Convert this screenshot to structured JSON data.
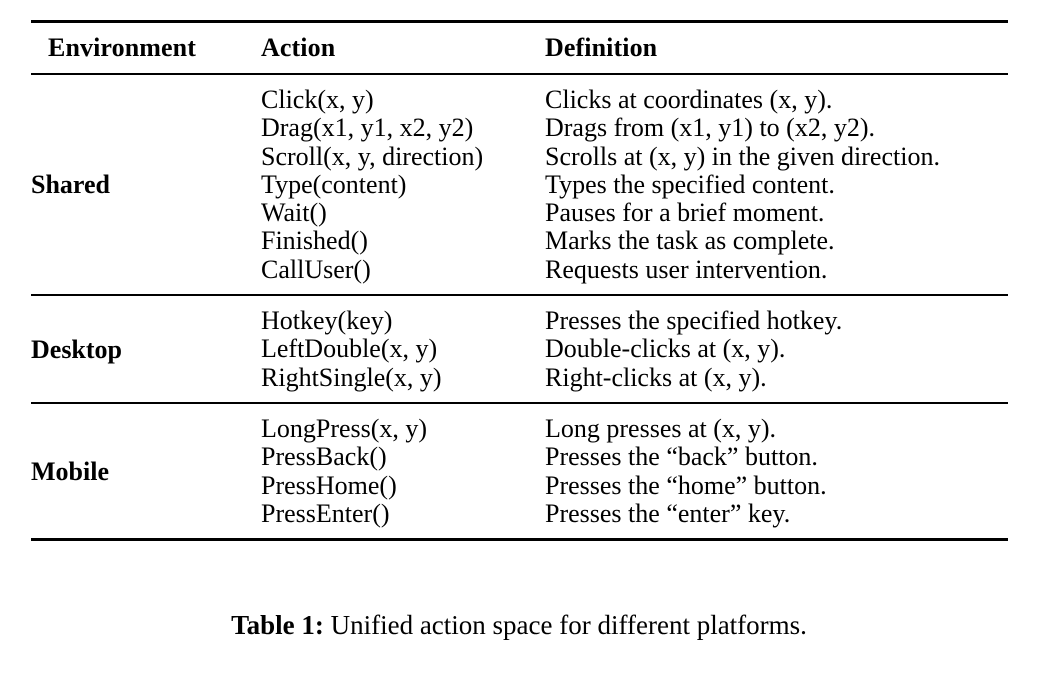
{
  "table": {
    "columns": [
      "Environment",
      "Action",
      "Definition"
    ],
    "groups": [
      {
        "name": "Shared",
        "rows": [
          {
            "action": "Click(x, y)",
            "definition": "Clicks at coordinates (x, y)."
          },
          {
            "action": "Drag(x1, y1, x2, y2)",
            "definition": "Drags from (x1, y1) to (x2, y2)."
          },
          {
            "action": "Scroll(x, y, direction)",
            "definition": "Scrolls at (x, y) in the given direction."
          },
          {
            "action": "Type(content)",
            "definition": "Types the specified content."
          },
          {
            "action": "Wait()",
            "definition": "Pauses for a brief moment."
          },
          {
            "action": "Finished()",
            "definition": "Marks the task as complete."
          },
          {
            "action": "CallUser()",
            "definition": "Requests user intervention."
          }
        ]
      },
      {
        "name": "Desktop",
        "rows": [
          {
            "action": "Hotkey(key)",
            "definition": "Presses the specified hotkey."
          },
          {
            "action": "LeftDouble(x, y)",
            "definition": "Double-clicks at (x, y)."
          },
          {
            "action": "RightSingle(x, y)",
            "definition": "Right-clicks at (x, y)."
          }
        ]
      },
      {
        "name": "Mobile",
        "rows": [
          {
            "action": "LongPress(x, y)",
            "definition": "Long presses at (x, y)."
          },
          {
            "action": "PressBack()",
            "definition": "Presses the “back” button."
          },
          {
            "action": "PressHome()",
            "definition": "Presses the “home” button."
          },
          {
            "action": "PressEnter()",
            "definition": "Presses the “enter” key."
          }
        ]
      }
    ]
  },
  "caption": {
    "label": "Table 1:",
    "text": "Unified action space for different platforms."
  },
  "colors": {
    "text": "#000000",
    "rule": "#000000",
    "background": "#ffffff"
  }
}
